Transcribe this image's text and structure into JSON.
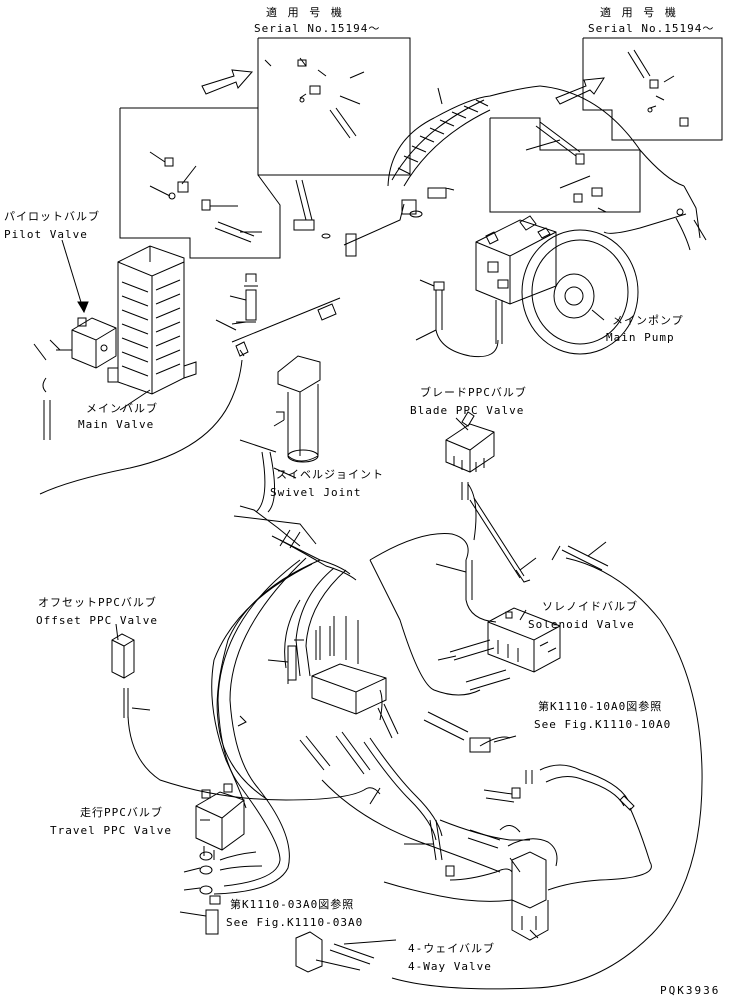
{
  "labels": {
    "serial_left_jp": "適 用 号 機",
    "serial_left_en": "Serial No.15194～",
    "serial_right_jp": "適 用 号 機",
    "serial_right_en": "Serial No.15194～",
    "pilot_valve_jp": "パイロットバルブ",
    "pilot_valve_en": "Pilot Valve",
    "main_valve_jp": "メインバルブ",
    "main_valve_en": "Main Valve",
    "main_pump_jp": "メインポンプ",
    "main_pump_en": "Main Pump",
    "blade_ppc_jp": "ブレードPPCバルブ",
    "blade_ppc_en": "Blade PPC Valve",
    "swivel_joint_jp": "スイベルジョイント",
    "swivel_joint_en": "Swivel Joint",
    "offset_ppc_jp": "オフセットPPCバルブ",
    "offset_ppc_en": "Offset PPC Valve",
    "solenoid_valve_jp": "ソレノイドバルブ",
    "solenoid_valve_en": "Solenoid Valve",
    "ref_10a0_jp": "第K1110-10A0図参照",
    "ref_10a0_en": "See Fig.K1110-10A0",
    "travel_ppc_jp": "走行PPCバルブ",
    "travel_ppc_en": "Travel PPC Valve",
    "ref_03a0_jp": "第K1110-03A0図参照",
    "ref_03a0_en": "See Fig.K1110-03A0",
    "four_way_jp": "4-ウェイバルブ",
    "four_way_en": "4-Way Valve",
    "drawing_code": "PQK3936"
  }
}
